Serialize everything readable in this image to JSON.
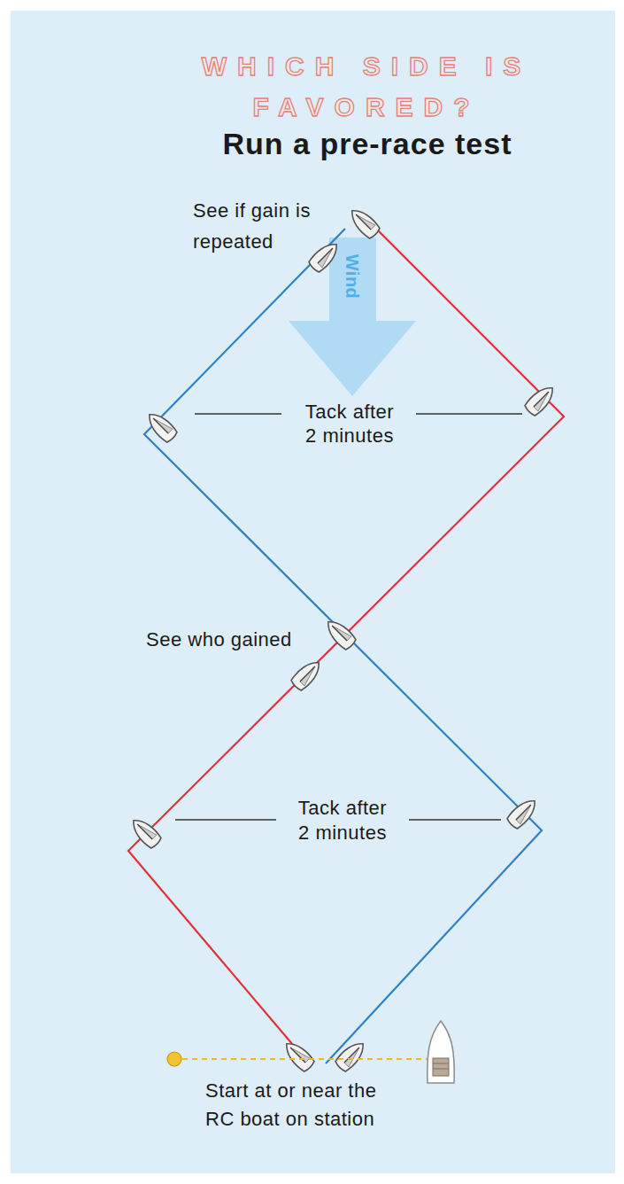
{
  "diagram": {
    "title": "WHICH SIDE IS FAVORED?",
    "labels": [
      "Run a pre-race test",
      "See if gain is repeated",
      "Wind",
      "Tack after 2 minutes",
      "See who gained",
      "Tack after 2 minutes",
      "Start at or near the RC boat on station"
    ]
  }
}
